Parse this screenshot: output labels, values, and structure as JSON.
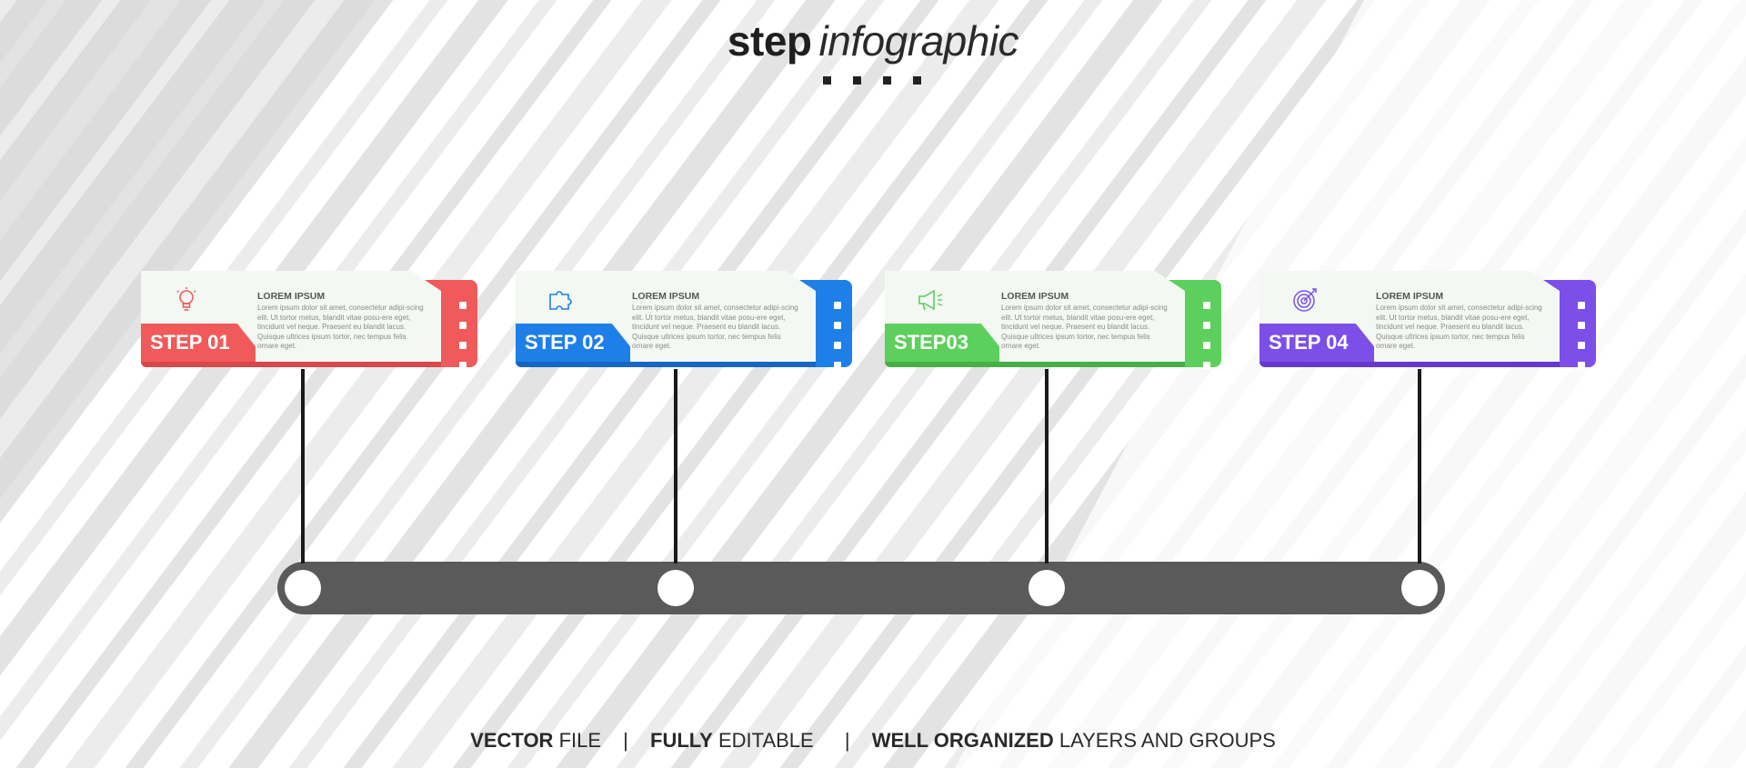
{
  "title": {
    "bold": "step",
    "light": "infographic"
  },
  "steps": [
    {
      "label": "STEP 01",
      "heading": "LOREM IPSUM",
      "body": "Lorem ipsum dolor sit amet, consectetur adipi-scing elit. Ut tortor metus, blandit vitae posu-ere eget, tincidunt vel neque. Praesent eu blandit lacus. Quisque ultrices ipsum tortor, nec tempus felis ornare eget.",
      "icon": "lightbulb-icon",
      "color": "#f05a5a",
      "color_dark": "#d84848"
    },
    {
      "label": "STEP 02",
      "heading": "LOREM IPSUM",
      "body": "Lorem ipsum dolor sit amet, consectetur adipi-scing elit. Ut tortor metus, blandit vitae posu-ere eget, tincidunt vel neque. Praesent eu blandit lacus. Quisque ultrices ipsum tortor, nec tempus felis ornare eget.",
      "icon": "puzzle-icon",
      "color": "#1f7fe8",
      "color_dark": "#1666c4"
    },
    {
      "label": "STEP03",
      "heading": "LOREM IPSUM",
      "body": "Lorem ipsum dolor sit amet, consectetur adipi-scing elit. Ut tortor metus, blandit vitae posu-ere eget, tincidunt vel neque. Praesent eu blandit lacus. Quisque ultrices ipsum tortor, nec tempus felis ornare eget.",
      "icon": "megaphone-icon",
      "color": "#5ccf5c",
      "color_dark": "#46b046"
    },
    {
      "label": "STEP 04",
      "heading": "LOREM IPSUM",
      "body": "Lorem ipsum dolor sit amet, consectetur adipi-scing elit. Ut tortor metus, blandit vitae posu-ere eget, tincidunt vel neque. Praesent eu blandit lacus. Quisque ultrices ipsum tortor, nec tempus felis ornare eget.",
      "icon": "target-icon",
      "color": "#7b4fe8",
      "color_dark": "#6638cc"
    }
  ],
  "footer": {
    "part1_bold": "VECTOR",
    "part1_rest": " FILE",
    "sep": "|",
    "part2_bold": "FULLY",
    "part2_rest": " EDITABLE",
    "part3_bold": "WELL ORGANIZED",
    "part3_rest": " LAYERS AND GROUPS"
  },
  "colors": {
    "track": "#5a5a5a",
    "stem": "#1a1a1a",
    "stripe": "#e3e3e3"
  }
}
